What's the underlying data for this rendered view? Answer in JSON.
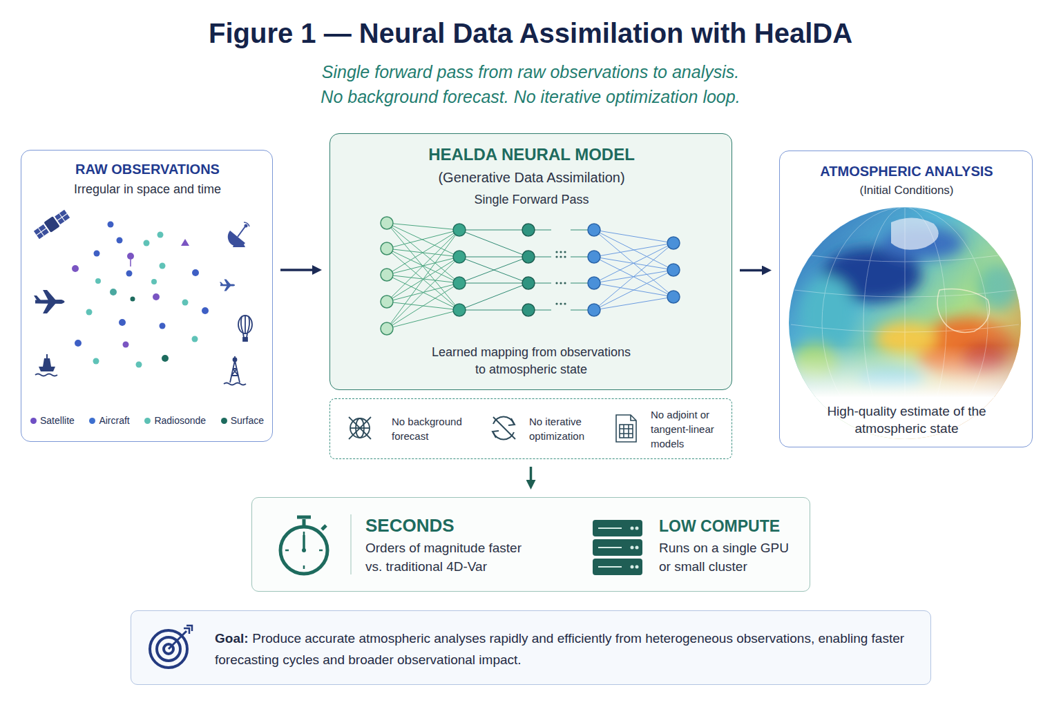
{
  "diagram": {
    "title": "Figure 1 — Neural Data Assimilation with HealDA",
    "nodes": [
      {
        "text": [
          "RAW OBSERVATIONS",
          "Irregular in space and time"
        ]
      },
      {
        "text": [
          "HEALDA NEURAL MODEL",
          "(Generative Data Assimilation)",
          "Single Forward Pass",
          "Learned mapping from observations to atmospheric state"
        ]
      },
      {
        "text": [
          "ATMOSPHERIC ANALYSIS",
          "(Initial Conditions)",
          "High-quality estimate of the atmospheric state"
        ]
      },
      {
        "text": [
          "No background forecast",
          "No iterative optimization",
          "No adjoint or tangent-linear models"
        ]
      },
      {
        "text": [
          "SECONDS",
          "Orders of magnitude faster vs. traditional 4D-Var",
          "LOW COMPUTE",
          "Runs on a single GPU or small cluster"
        ]
      },
      {
        "text": [
          "Goal:",
          "Produce accurate atmospheric analyses rapidly and efficiently from heterogeneous observations, enabling faster forecasting cycles and broader observational impact."
        ]
      }
    ],
    "edges": [
      {
        "from": 0,
        "to": 1,
        "arrow": "to"
      },
      {
        "from": 1,
        "to": 2,
        "arrow": "to"
      },
      {
        "from": 3,
        "to": 4,
        "arrow": "to"
      }
    ],
    "labels": [
      "Single forward pass from raw observations to analysis. No background forecast. No iterative optimization loop."
    ],
    "legend": [
      {
        "text": "Satellite",
        "color": "#6f4fc4"
      },
      {
        "text": "Aircraft",
        "color": "#3d6fcf"
      },
      {
        "text": "Radiosonde",
        "color": "#5cc0b4"
      },
      {
        "text": "Surface",
        "color": "#1d6b5e"
      }
    ]
  }
}
